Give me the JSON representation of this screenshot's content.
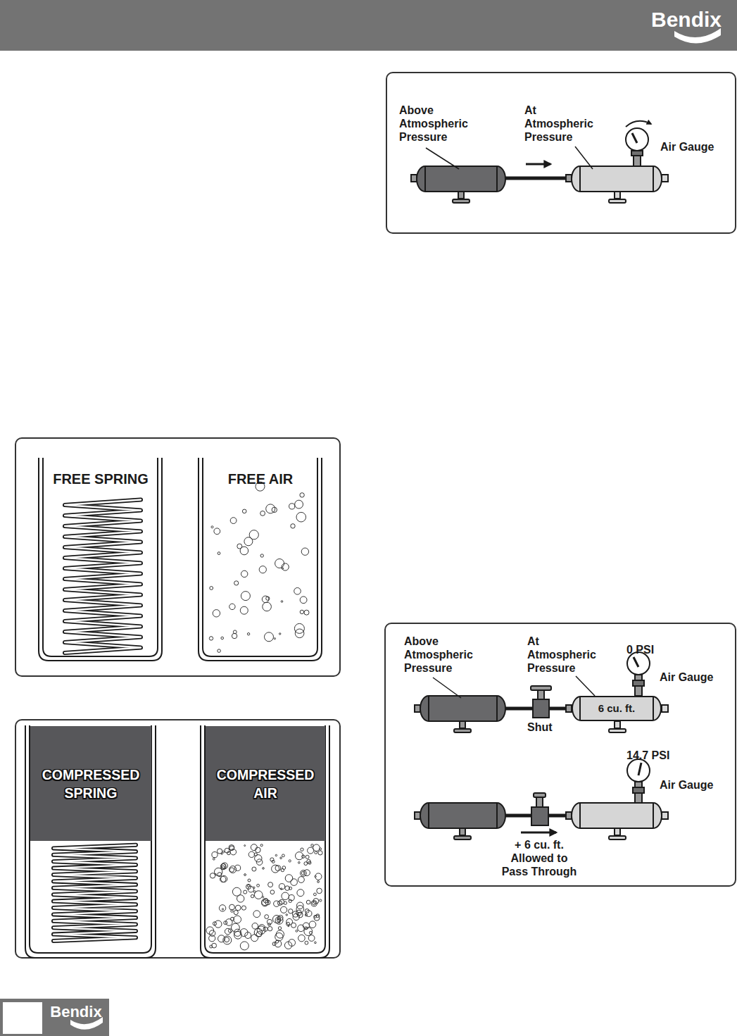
{
  "diagram": {
    "nodes": [
      {
        "text": [
          "Bendix"
        ]
      },
      {
        "text": [
          "FREE SPRING"
        ]
      },
      {
        "text": [
          "FREE AIR"
        ]
      },
      {
        "text": [
          "COMPRESSED SPRING"
        ]
      },
      {
        "text": [
          "COMPRESSED AIR"
        ]
      },
      {
        "text": [
          "6 cu. ft."
        ]
      },
      {
        "text": [
          "Bendix"
        ]
      }
    ],
    "labels": [
      "Above Atmospheric Pressure",
      "At Atmospheric Pressure",
      "Air Gauge",
      "Above Atmospheric Pressure",
      "At Atmospheric Pressure",
      "0 PSI",
      "Air Gauge",
      "Shut",
      "14.7 PSI",
      "Air Gauge",
      "+ 6 cu. ft. Allowed to Pass Through"
    ]
  }
}
